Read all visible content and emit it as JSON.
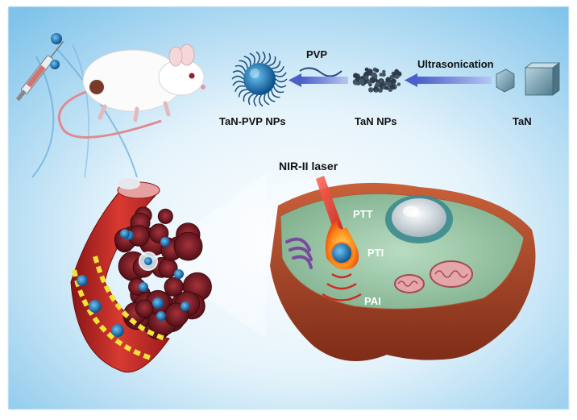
{
  "labels": {
    "pvp": "PVP",
    "ultrasonication": "Ultrasonication",
    "tan_pvp_nps": "TaN-PVP NPs",
    "tan_nps": "TaN NPs",
    "tan": "TaN",
    "nir_laser": "NIR-II laser",
    "ptt": "PTT",
    "pti": "PTI",
    "pai": "PAI"
  },
  "colors": {
    "background_center": "#ffffff",
    "background_edge": "#7fc3ea",
    "arrow": "#5b6fd0",
    "nanoparticle": "#1c82c8",
    "tumor": "#7a1c24",
    "vessel": "#c02a2a",
    "cell_interior": "#9ec6a8",
    "laser": "#e8231c"
  }
}
